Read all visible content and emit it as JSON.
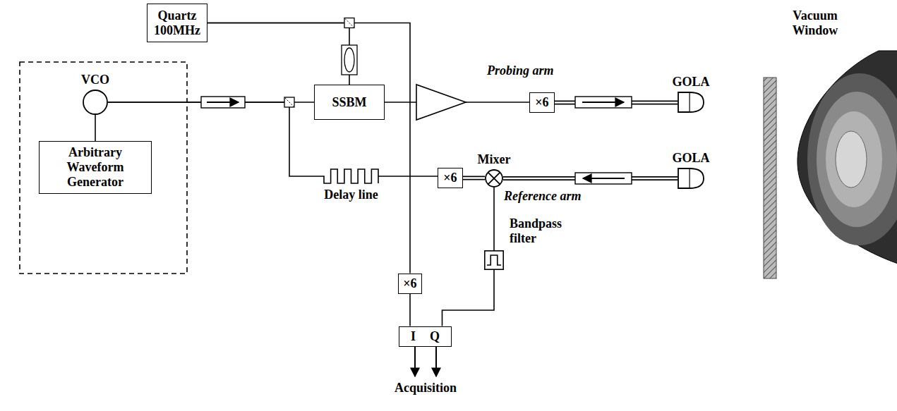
{
  "diagram": {
    "nodes": [
      {
        "text": [
          "Quartz 100MHz"
        ]
      },
      {
        "text": [
          "VCO"
        ]
      },
      {
        "text": [
          "Arbitrary Waveform Generator"
        ]
      },
      {
        "text": [
          "SSBM"
        ]
      },
      {
        "text": [
          "×6"
        ]
      },
      {
        "text": [
          "GOLA"
        ]
      },
      {
        "text": [
          "Mixer"
        ]
      },
      {
        "text": [
          "GOLA"
        ]
      },
      {
        "text": [
          "Delay line"
        ]
      },
      {
        "text": [
          "×6"
        ]
      },
      {
        "text": [
          "Bandpass filter"
        ]
      },
      {
        "text": [
          "×6"
        ]
      },
      {
        "text": [
          "I",
          "Q"
        ]
      }
    ],
    "edges": [
      {
        "from": 1,
        "to": 2,
        "arrow": "none"
      },
      {
        "from": 1,
        "to": 3,
        "arrow": "none"
      },
      {
        "from": 0,
        "to": 3,
        "arrow": "none"
      },
      {
        "from": 0,
        "to": 11,
        "arrow": "none"
      },
      {
        "from": 3,
        "to": 4,
        "arrow": "none"
      },
      {
        "from": 4,
        "to": 5,
        "arrow": "none"
      },
      {
        "from": 1,
        "to": 8,
        "arrow": "none"
      },
      {
        "from": 8,
        "to": 9,
        "arrow": "none"
      },
      {
        "from": 9,
        "to": 6,
        "arrow": "none"
      },
      {
        "from": 7,
        "to": 6,
        "arrow": "none"
      },
      {
        "from": 6,
        "to": 10,
        "arrow": "none"
      },
      {
        "from": 10,
        "to": 12,
        "arrow": "none"
      },
      {
        "from": 11,
        "to": 12,
        "arrow": "none"
      }
    ],
    "labels": [
      "Vacuum Window",
      "Probing arm",
      "Reference arm",
      "Acquisition"
    ]
  }
}
